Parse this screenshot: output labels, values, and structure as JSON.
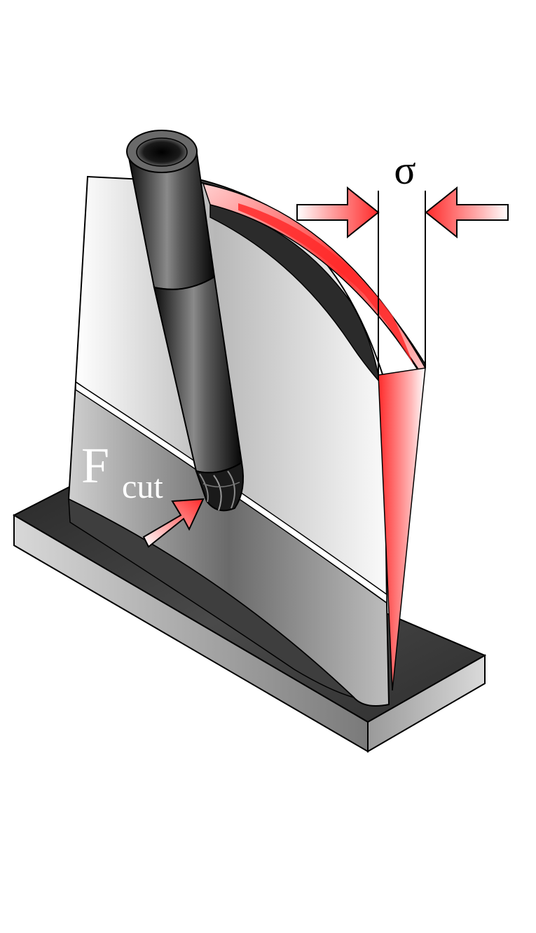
{
  "labels": {
    "deflection_symbol": "σ",
    "force_main": "F",
    "force_sub": "cut"
  },
  "colors": {
    "deflection_red": "#e8202a",
    "force_arrow_red": "#ef3b3b",
    "outline": "#000000",
    "base_top": "#3a3a3a",
    "blade_light": "#f2f2f2",
    "blade_dark": "#6c6c6c",
    "tool_dark": "#151515"
  }
}
